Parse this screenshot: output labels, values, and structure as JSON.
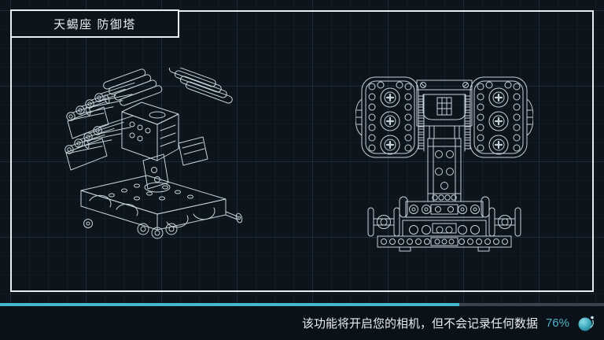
{
  "header": {
    "title": "天蝎座 防御塔"
  },
  "footer": {
    "message": "该功能将开启您的相机，但不会记录任何数据",
    "percent_label": "76%",
    "progress_value": 76,
    "icon": "planet-icon"
  },
  "colors": {
    "background": "#0C141C",
    "footer_background": "#0A1119",
    "frame": "#E9EDEF",
    "line": "#C6D1D8",
    "accent": "#45B7CA",
    "track": "#3A434D",
    "percent_text": "#4FB3C6"
  }
}
